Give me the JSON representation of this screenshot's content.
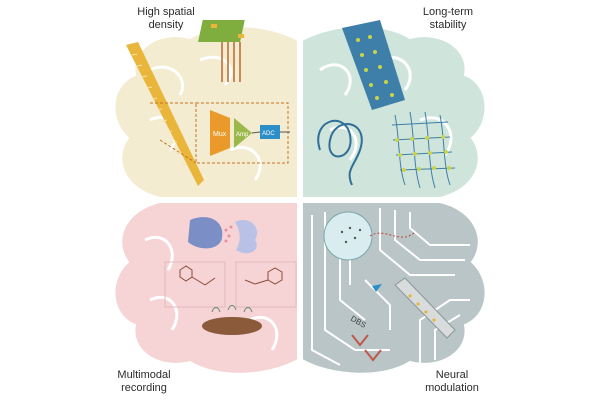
{
  "quadrants": {
    "top_left": {
      "line1": "High spatial",
      "line2": "density"
    },
    "top_right": {
      "line1": "Long-term",
      "line2": "stability"
    },
    "bottom_left": {
      "line1": "Multimodal",
      "line2": "recording"
    },
    "bottom_right": {
      "line1": "Neural",
      "line2": "modulation"
    }
  },
  "circuit_blocks": {
    "mux": "Mux",
    "amp": "Amp",
    "adc": "ADC"
  },
  "dbs_label": "DBS",
  "colors": {
    "tl_brain": "#f3ecd0",
    "tr_brain": "#cfe5dc",
    "bl_brain": "#f6d3d5",
    "br_brain": "#b9c5c6",
    "probe_gold": "#e9b53a",
    "mux_orange": "#ea9a2a",
    "amp_green": "#9bb84b",
    "adc_blue": "#2d8fc9",
    "mesh_blue": "#3d7fa8",
    "dot_yellow": "#c9d44a"
  }
}
